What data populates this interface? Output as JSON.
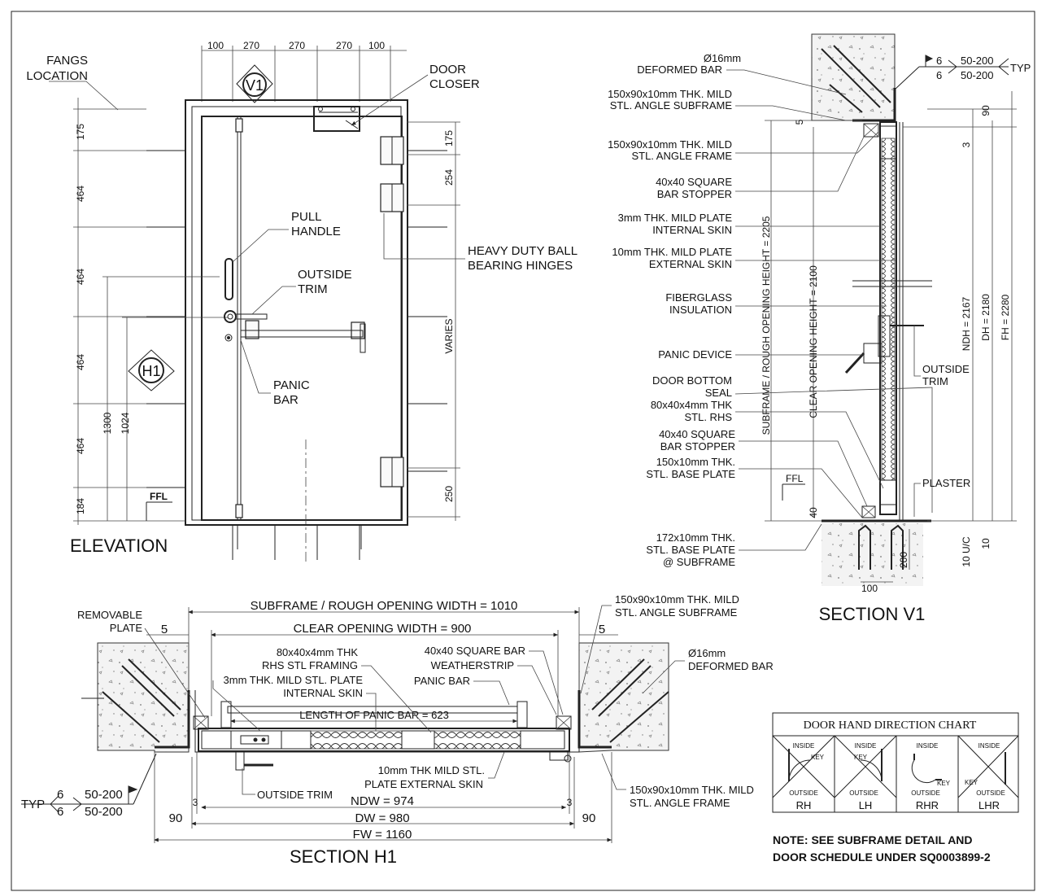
{
  "elevation": {
    "title": "ELEVATION",
    "top_dims": [
      "100",
      "270",
      "270",
      "270",
      "100"
    ],
    "left_dims": [
      "175",
      "464",
      "464",
      "464",
      "464",
      "184"
    ],
    "side_dims": [
      "1300",
      "1024"
    ],
    "right_dims": [
      "175",
      "254",
      "VARIES",
      "250"
    ],
    "section_marks": {
      "v1": "V1",
      "h1": "H1"
    },
    "labels": {
      "fangs": "FANGS",
      "fangs_loc": "LOCATION",
      "door_closer_1": "DOOR",
      "door_closer_2": "CLOSER",
      "pull_handle_1": "PULL",
      "pull_handle_2": "HANDLE",
      "outside_trim_1": "OUTSIDE",
      "outside_trim_2": "TRIM",
      "hinges_1": "HEAVY DUTY BALL",
      "hinges_2": "BEARING HINGES",
      "panic_bar_1": "PANIC",
      "panic_bar_2": "BAR",
      "ffl": "FFL"
    }
  },
  "section_v1": {
    "title": "SECTION V1",
    "labels": [
      "Ø16mm",
      "DEFORMED BAR",
      "150x90x10mm THK. MILD",
      "STL. ANGLE SUBFRAME",
      "150x90x10mm THK. MILD",
      "STL. ANGLE FRAME",
      "40x40 SQUARE",
      "BAR STOPPER",
      "3mm THK. MILD PLATE",
      "INTERNAL SKIN",
      "10mm THK. MILD PLATE",
      "EXTERNAL SKIN",
      "FIBERGLASS",
      "INSULATION",
      "PANIC DEVICE",
      "DOOR BOTTOM",
      "SEAL",
      "80x40x4mm THK",
      "STL. RHS",
      "40x40 SQUARE",
      "BAR STOPPER",
      "150x10mm THK.",
      "STL. BASE PLATE",
      "172x10mm THK.",
      "STL. BASE PLATE",
      "@ SUBFRAME"
    ],
    "weld": {
      "a": "6",
      "b": "6",
      "c": "50-200",
      "d": "50-200",
      "typ": "TYP"
    },
    "vertical_dims": {
      "subframe": "SUBFRAME / ROUGH OPENING HEIGHT = 2205",
      "clear": "CLEAR OPENING HEIGHT = 2100",
      "ndh": "NDH = 2167",
      "dh": "DH = 2180",
      "fh": "FH = 2280"
    },
    "small_dims": {
      "d5": "5",
      "d90": "90",
      "d3": "3",
      "d40": "40",
      "d10uc": "10 U/C",
      "d10": "10",
      "d200": "200",
      "d100": "100"
    },
    "outside_trim_1": "OUTSIDE",
    "outside_trim_2": "TRIM",
    "plaster": "PLASTER",
    "ffl": "FFL"
  },
  "section_h1": {
    "title": "SECTION H1",
    "subframe_width": "SUBFRAME / ROUGH OPENING WIDTH = 1010",
    "clear_width": "CLEAR OPENING WIDTH = 900",
    "panic_bar_length": "LENGTH OF PANIC BAR = 623",
    "ndw": "NDW = 974",
    "dw": "DW = 980",
    "fw": "FW = 1160",
    "dim_5": "5",
    "dim_90": "90",
    "dim_3": "3",
    "labels": {
      "removable_1": "REMOVABLE",
      "removable_2": "PLATE",
      "rhs_1": "80x40x4mm THK",
      "rhs_2": "RHS STL FRAMING",
      "skin_1": "3mm THK. MILD STL. PLATE",
      "skin_2": "INTERNAL SKIN",
      "sqbar": "40x40 SQUARE BAR",
      "weather": "WEATHERSTRIP",
      "panic": "PANIC BAR",
      "angle_sub_1": "150x90x10mm THK. MILD",
      "angle_sub_2": "STL. ANGLE SUBFRAME",
      "bar_1": "Ø16mm",
      "bar_2": "DEFORMED BAR",
      "ext_1": "10mm THK MILD STL.",
      "ext_2": "PLATE EXTERNAL SKIN",
      "outside_trim": "OUTSIDE TRIM",
      "angle_frame_1": "150x90x10mm THK. MILD",
      "angle_frame_2": "STL. ANGLE FRAME"
    },
    "weld": {
      "typ": "TYP",
      "a": "6",
      "b": "6",
      "c": "50-200",
      "d": "50-200"
    }
  },
  "door_hand_chart": {
    "title": "DOOR HAND DIRECTION CHART",
    "inside": "INSIDE",
    "outside": "OUTSIDE",
    "key": "KEY",
    "types": [
      "RH",
      "LH",
      "RHR",
      "LHR"
    ]
  },
  "note": {
    "line1": "NOTE: SEE SUBFRAME DETAIL AND",
    "line2": "DOOR SCHEDULE UNDER SQ0003899-2"
  }
}
